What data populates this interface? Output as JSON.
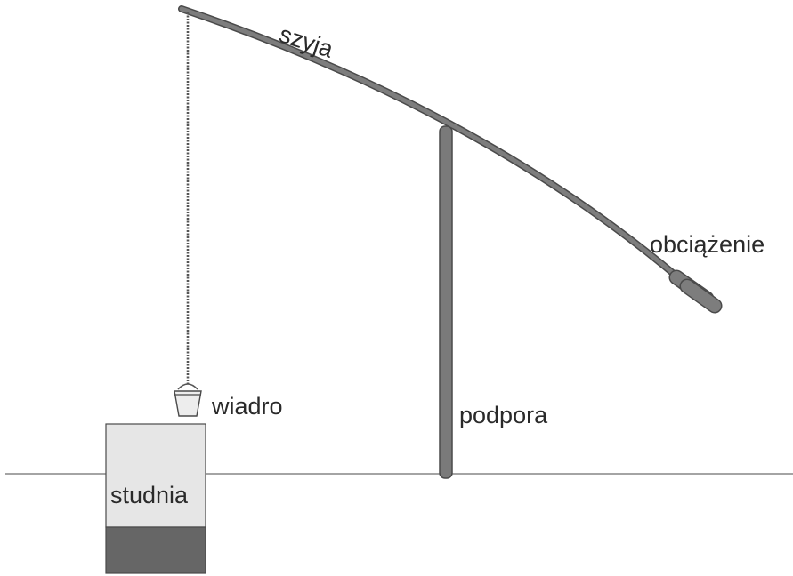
{
  "labels": {
    "neck": "szyja",
    "weight": "obciążenie",
    "bucket": "wiadro",
    "support": "podpora",
    "well": "studnia"
  },
  "colors": {
    "pole": "#7a7a7a",
    "pole_outline": "#4a4a4a",
    "well_upper": "#e6e6e6",
    "well_lower": "#666666",
    "ground": "#6e6e6e",
    "text": "#2a2a2a"
  }
}
